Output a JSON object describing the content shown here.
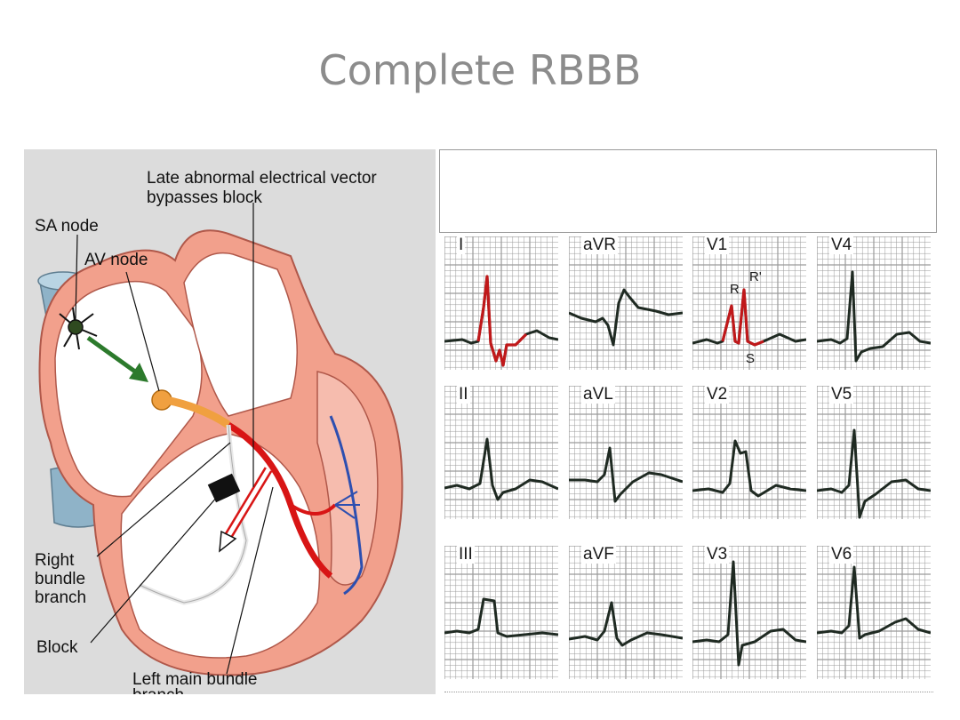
{
  "title": "Complete RBBB",
  "diagram": {
    "labels": {
      "vector_line1": "Late abnormal electrical vector",
      "vector_line2": "bypasses block",
      "sa_node": "SA node",
      "av_node": "AV node",
      "rbb_line1": "Right",
      "rbb_line2": "bundle",
      "rbb_line3": "branch",
      "block": "Block",
      "lmb_line1": "Left main bundle",
      "lmb_line2": "branch"
    }
  },
  "ecg": {
    "leads": [
      {
        "label": "I",
        "morph": "I"
      },
      {
        "label": "aVR",
        "morph": "aVR"
      },
      {
        "label": "V1",
        "morph": "V1"
      },
      {
        "label": "V4",
        "morph": "V4"
      },
      {
        "label": "II",
        "morph": "II"
      },
      {
        "label": "aVL",
        "morph": "aVL"
      },
      {
        "label": "V2",
        "morph": "V2"
      },
      {
        "label": "V5",
        "morph": "V5"
      },
      {
        "label": "III",
        "morph": "III"
      },
      {
        "label": "aVF",
        "morph": "aVF"
      },
      {
        "label": "V3",
        "morph": "V3"
      },
      {
        "label": "V6",
        "morph": "V6"
      }
    ],
    "v1_markers": {
      "r": "R",
      "r_prime": "R'",
      "s": "S"
    },
    "colors": {
      "trace": "#1f2a22",
      "highlight": "#c0181a",
      "grid": "#9a9a9a"
    }
  }
}
